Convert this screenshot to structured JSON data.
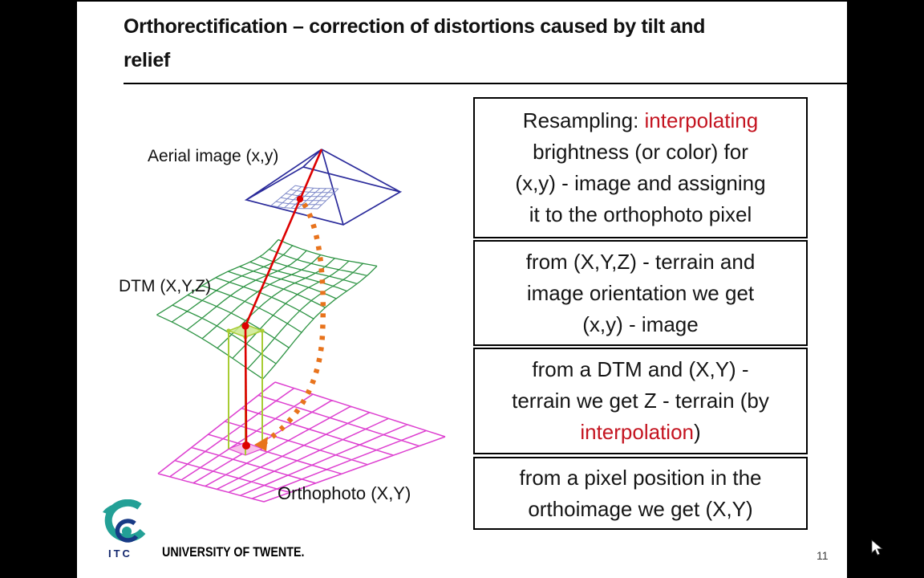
{
  "title": {
    "line1": "Orthorectification – correction of distortions caused by tilt and",
    "line2": "relief"
  },
  "diagram": {
    "labels": {
      "aerial": "Aerial image (x,y)",
      "dtm": "DTM (X,Y,Z)",
      "ortho": "Orthophoto (X,Y)"
    }
  },
  "boxes": [
    {
      "lines": [
        [
          {
            "t": "Resampling: "
          },
          {
            "t": "interpolating",
            "em": true
          }
        ],
        [
          {
            "t": "brightness (or color) for"
          }
        ],
        [
          {
            "t": "(x,y) - image and assigning"
          }
        ],
        [
          {
            "t": "it to the orthophoto pixel"
          }
        ]
      ]
    },
    {
      "lines": [
        [
          {
            "t": "from (X,Y,Z) - terrain and"
          }
        ],
        [
          {
            "t": "image orientation we get"
          }
        ],
        [
          {
            "t": "(x,y) - image"
          }
        ]
      ]
    },
    {
      "lines": [
        [
          {
            "t": "from a DTM and (X,Y) -"
          }
        ],
        [
          {
            "t": "terrain we get Z - terrain (by"
          }
        ],
        [
          {
            "t": "interpolation",
            "em": true
          },
          {
            "t": ")"
          }
        ]
      ]
    },
    {
      "lines": [
        [
          {
            "t": "from a pixel position in the"
          }
        ],
        [
          {
            "t": "orthoimage we get (X,Y)"
          }
        ]
      ]
    }
  ],
  "footer": {
    "logo_text": "ITC",
    "university": "UNIVERSITY OF TWENTE."
  },
  "page_number": "11",
  "colors": {
    "emphasis": "#c41420",
    "pyramid": "#2b2b9b",
    "image_grid": "#7d88c8",
    "dtm_mesh": "#2e9444",
    "ortho_grid": "#dd3fd0",
    "ray": "#dd0000",
    "prism": "#a8cc33",
    "projection": "#e8731c",
    "terrain_highlight": "#cde98e",
    "ortho_highlight": "#f9c0ea",
    "logo_teal": "#23a096",
    "logo_navy": "#173a85"
  }
}
